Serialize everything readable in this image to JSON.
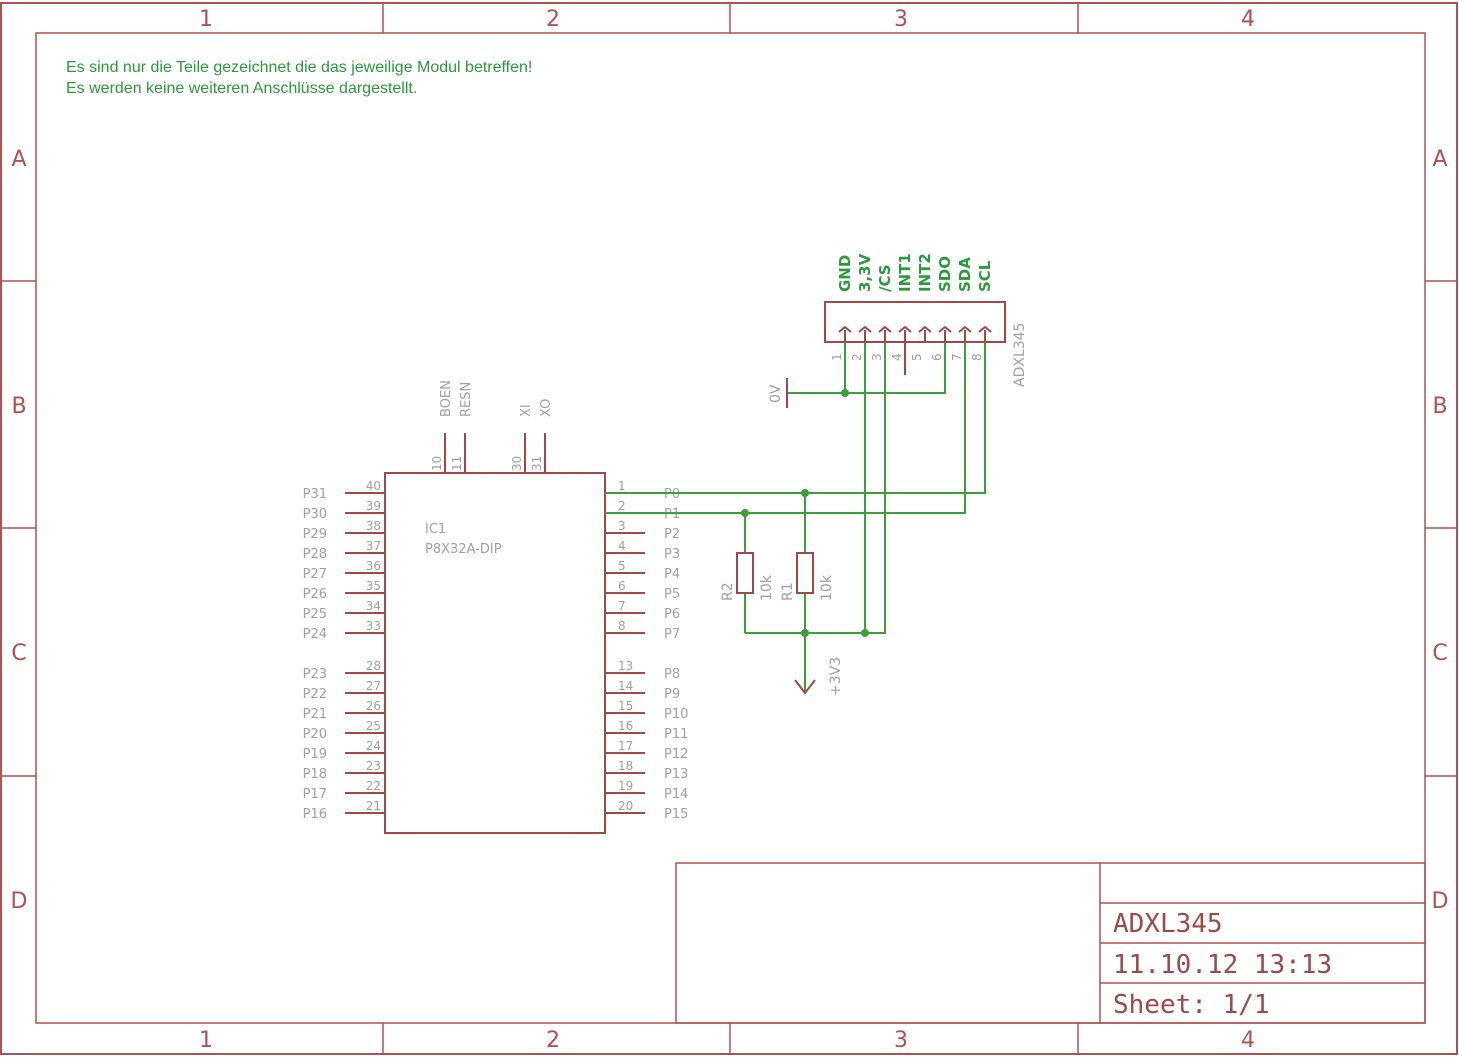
{
  "frame": {
    "columns": [
      "1",
      "2",
      "3",
      "4"
    ],
    "rows": [
      "A",
      "B",
      "C",
      "D"
    ]
  },
  "notes": {
    "line1": "Es sind nur die Teile gezeichnet die das jeweilige Modul betreffen!",
    "line2": "Es werden keine weiteren Anschlüsse dargestellt."
  },
  "ic1": {
    "name": "IC1",
    "value": "P8X32A-DIP",
    "left_pins": [
      {
        "name": "P31",
        "num": "40"
      },
      {
        "name": "P30",
        "num": "39"
      },
      {
        "name": "P29",
        "num": "38"
      },
      {
        "name": "P28",
        "num": "37"
      },
      {
        "name": "P27",
        "num": "36"
      },
      {
        "name": "P26",
        "num": "35"
      },
      {
        "name": "P25",
        "num": "34"
      },
      {
        "name": "P24",
        "num": "33"
      },
      {
        "name": "P23",
        "num": "28"
      },
      {
        "name": "P22",
        "num": "27"
      },
      {
        "name": "P21",
        "num": "26"
      },
      {
        "name": "P20",
        "num": "25"
      },
      {
        "name": "P19",
        "num": "24"
      },
      {
        "name": "P18",
        "num": "23"
      },
      {
        "name": "P17",
        "num": "22"
      },
      {
        "name": "P16",
        "num": "21"
      }
    ],
    "right_pins": [
      {
        "name": "P0",
        "num": "1"
      },
      {
        "name": "P1",
        "num": "2"
      },
      {
        "name": "P2",
        "num": "3"
      },
      {
        "name": "P3",
        "num": "4"
      },
      {
        "name": "P4",
        "num": "5"
      },
      {
        "name": "P5",
        "num": "6"
      },
      {
        "name": "P6",
        "num": "7"
      },
      {
        "name": "P7",
        "num": "8"
      },
      {
        "name": "P8",
        "num": "13"
      },
      {
        "name": "P9",
        "num": "14"
      },
      {
        "name": "P10",
        "num": "15"
      },
      {
        "name": "P11",
        "num": "16"
      },
      {
        "name": "P12",
        "num": "17"
      },
      {
        "name": "P13",
        "num": "18"
      },
      {
        "name": "P14",
        "num": "19"
      },
      {
        "name": "P15",
        "num": "20"
      }
    ],
    "top_pins": [
      {
        "name": "BOEN",
        "num": "10"
      },
      {
        "name": "RESN",
        "num": "11"
      },
      {
        "name": "XI",
        "num": "30"
      },
      {
        "name": "XO",
        "num": "31"
      }
    ]
  },
  "connector": {
    "name": "ADXL345",
    "pins": [
      {
        "label": "GND",
        "num": "1"
      },
      {
        "label": "3,3V",
        "num": "2"
      },
      {
        "label": "/CS",
        "num": "3"
      },
      {
        "label": "INT1",
        "num": "4"
      },
      {
        "label": "INT2",
        "num": "5"
      },
      {
        "label": "SDO",
        "num": "6"
      },
      {
        "label": "SDA",
        "num": "7"
      },
      {
        "label": "SCL",
        "num": "8"
      }
    ]
  },
  "resistors": [
    {
      "name": "R2",
      "value": "10k"
    },
    {
      "name": "R1",
      "value": "10k"
    }
  ],
  "supplies": {
    "gnd": "0V",
    "vcc": "+3V3"
  },
  "title_block": {
    "title": "ADXL345",
    "date": "11.10.12 13:13",
    "sheet": "Sheet: 1/1"
  }
}
